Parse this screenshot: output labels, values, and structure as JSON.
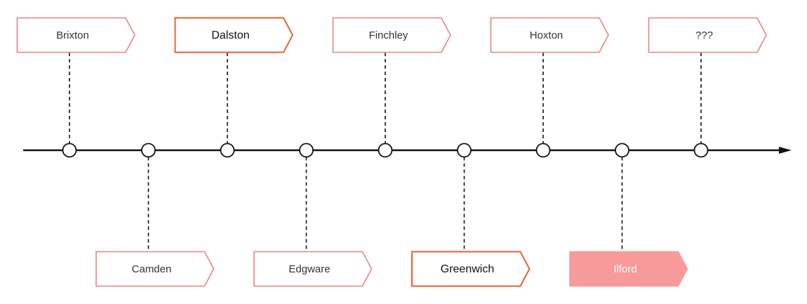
{
  "colors": {
    "axis": "#111111",
    "connector": "#111111",
    "node_fill": "#ffffff",
    "node_stroke": "#111111",
    "tag_stroke": "#ee8080",
    "tag_stroke_emphasis": "#e8622f",
    "tag_fill": "#ffffff",
    "tag_fill_active": "#f99a9a",
    "text": "#333333",
    "text_emphasis": "#111111",
    "text_active": "#ffffff"
  },
  "timeline": {
    "items": [
      {
        "label": "Brixton",
        "side": "top",
        "state": "default"
      },
      {
        "label": "Camden",
        "side": "bottom",
        "state": "default"
      },
      {
        "label": "Dalston",
        "side": "top",
        "state": "emphasis"
      },
      {
        "label": "Edgware",
        "side": "bottom",
        "state": "default"
      },
      {
        "label": "Finchley",
        "side": "top",
        "state": "default"
      },
      {
        "label": "Greenwich",
        "side": "bottom",
        "state": "emphasis"
      },
      {
        "label": "Hoxton",
        "side": "top",
        "state": "default"
      },
      {
        "label": "Ilford",
        "side": "bottom",
        "state": "active"
      },
      {
        "label": "???",
        "side": "top",
        "state": "default"
      }
    ]
  }
}
